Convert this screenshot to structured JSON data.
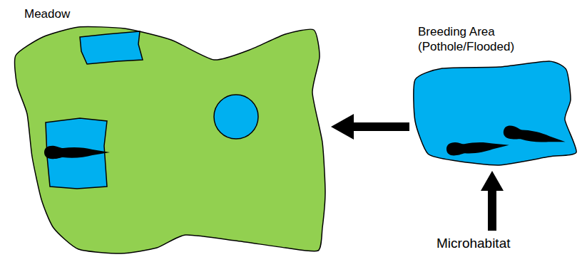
{
  "diagram": {
    "nodes": [
      {
        "text": [
          "Meadow"
        ]
      },
      {
        "text": [
          "Breeding Area (Pothole/Flooded)"
        ]
      }
    ],
    "edges": [
      {
        "from": 1,
        "to": 0,
        "arrow": "to"
      }
    ],
    "labels": [
      "Microhabitat"
    ]
  }
}
